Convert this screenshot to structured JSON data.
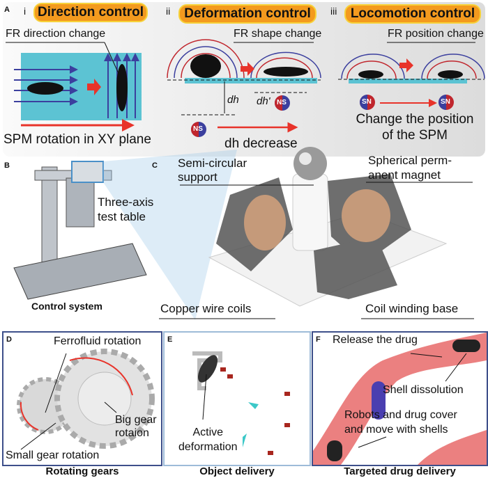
{
  "panel_a": {
    "label": "A",
    "i": {
      "num": "i",
      "title": "Direction control",
      "annotation": "FR direction change",
      "caption": "SPM rotation in XY plane"
    },
    "ii": {
      "num": "ii",
      "title": "Deformation control",
      "annotation": "FR shape change",
      "dh": "dh",
      "dh_prime": "dh'",
      "magnet1": "NS",
      "magnet2": "NS",
      "caption": "dh decrease"
    },
    "iii": {
      "num": "iii",
      "title": "Locomotion control",
      "annotation": "FR position change",
      "magnet1": "SN",
      "magnet2": "SN",
      "caption_line1": "Change the position",
      "caption_line2": "of the SPM"
    }
  },
  "panel_b": {
    "label": "B",
    "annotation_line1": "Three-axis",
    "annotation_line2": "test table",
    "caption": "Control system"
  },
  "panel_c": {
    "label": "C",
    "support_line1": "Semi-circular",
    "support_line2": "support",
    "magnet_line1": "Spherical perm-",
    "magnet_line2": "anent magnet",
    "coils": "Copper wire coils",
    "base": "Coil winding base"
  },
  "panel_d": {
    "label": "D",
    "ferrofluid": "Ferrofluid rotation",
    "big_gear_line1": "Big gear",
    "big_gear_line2": "rotaion",
    "small_gear": "Small gear rotation",
    "caption": "Rotating gears"
  },
  "panel_e": {
    "label": "E",
    "deform_line1": "Active",
    "deform_line2": "deformation",
    "caption": "Object delivery"
  },
  "panel_f": {
    "label": "F",
    "release": "Release the drug",
    "shell": "Shell dissolution",
    "robots_line1": "Robots and drug cover",
    "robots_line2": "and move with shells",
    "caption": "Targeted drug delivery"
  },
  "colors": {
    "accent": "#f39a1e",
    "water": "#5cc3d3",
    "arrow": "#e8332a",
    "field_blue": "#3b3f9e"
  }
}
